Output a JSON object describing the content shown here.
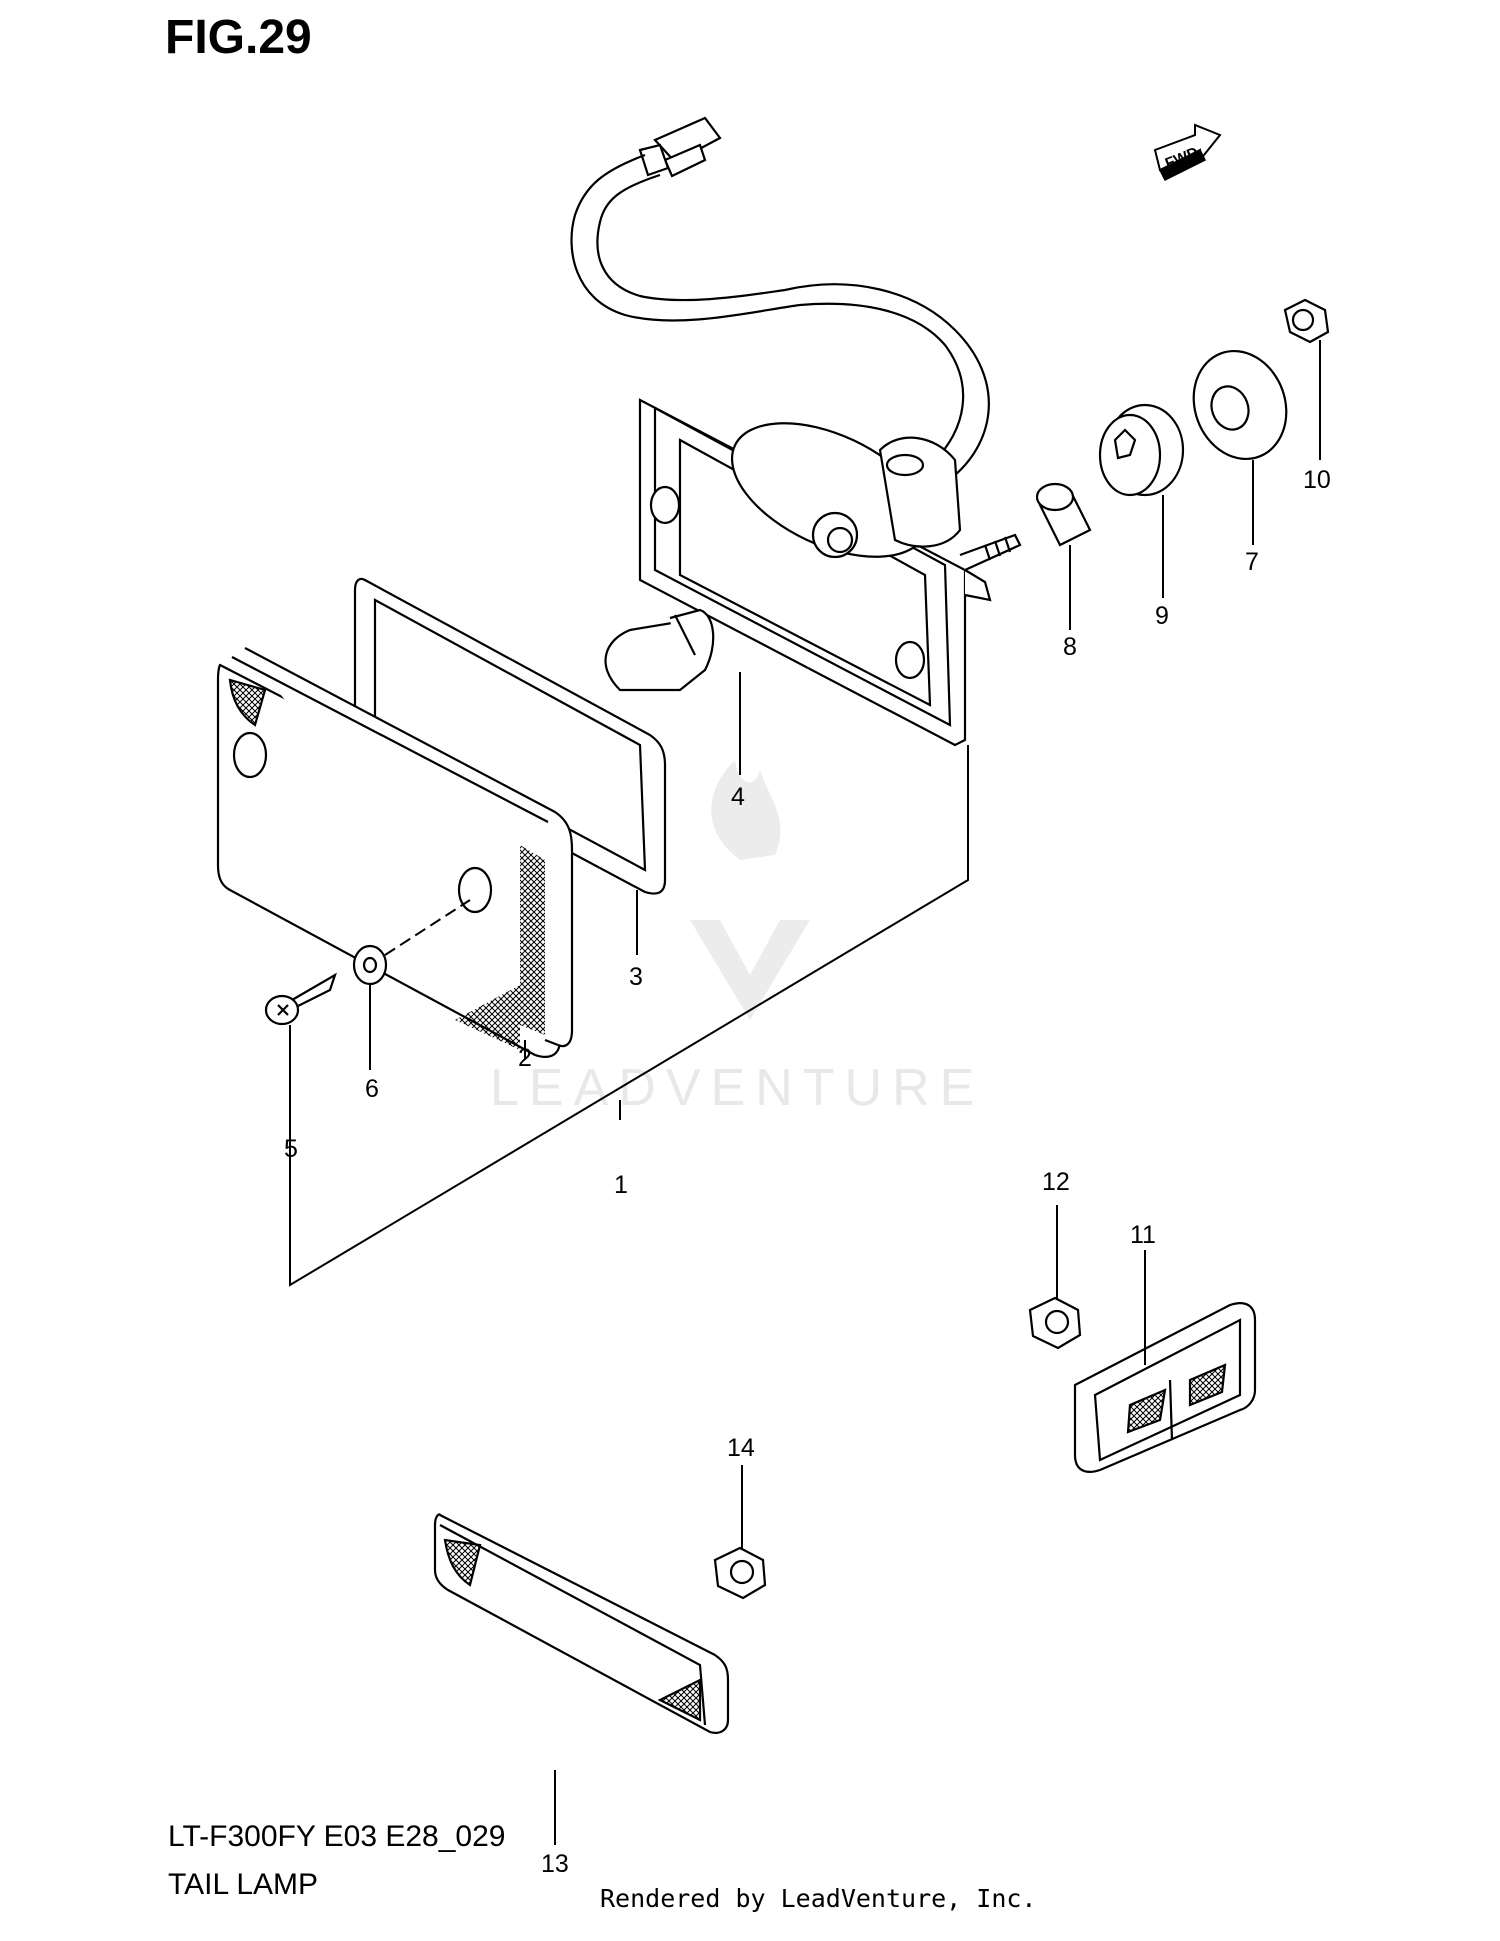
{
  "figure": {
    "title": "FIG.29",
    "model_code": "LT-F300FY E03 E28_029",
    "caption": "TAIL LAMP",
    "render_credit": "Rendered by LeadVenture, Inc."
  },
  "direction_badge": {
    "text": "FWD"
  },
  "watermark": {
    "text": "LEADVENTURE"
  },
  "callouts": [
    "1",
    "2",
    "3",
    "4",
    "5",
    "6",
    "7",
    "8",
    "9",
    "10",
    "11",
    "12",
    "13",
    "14"
  ]
}
